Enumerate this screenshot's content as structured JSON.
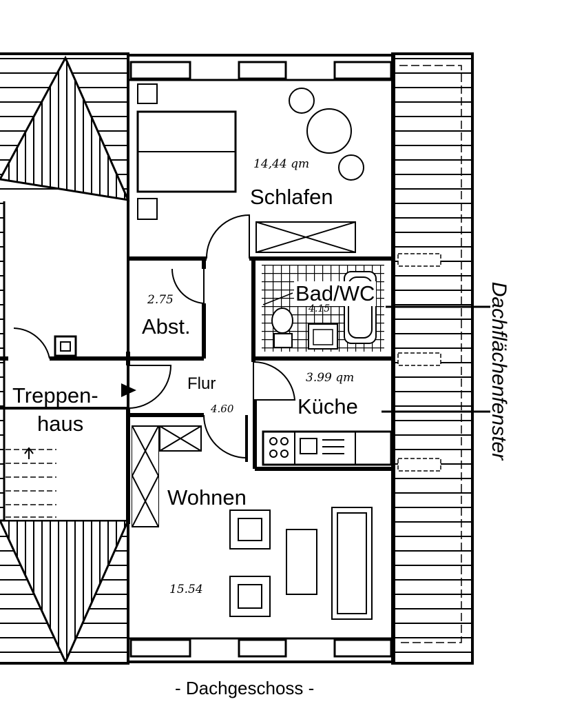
{
  "plan": {
    "caption": "- Dachgeschoss -",
    "side_label": "Dachflächenfenster",
    "rooms": {
      "schlafen": {
        "name": "Schlafen",
        "area": "14,44 qm"
      },
      "abst": {
        "name": "Abst.",
        "area": "2.75"
      },
      "bad": {
        "name": "Bad/WC",
        "area": "4.15"
      },
      "treppenhaus": {
        "name_line1": "Treppen-",
        "name_line2": "haus"
      },
      "flur": {
        "name": "Flur",
        "area": "4.60"
      },
      "kueche": {
        "name": "Küche",
        "area": "3.99 qm"
      },
      "wohnen": {
        "name": "Wohnen",
        "area": "15.54"
      }
    }
  }
}
